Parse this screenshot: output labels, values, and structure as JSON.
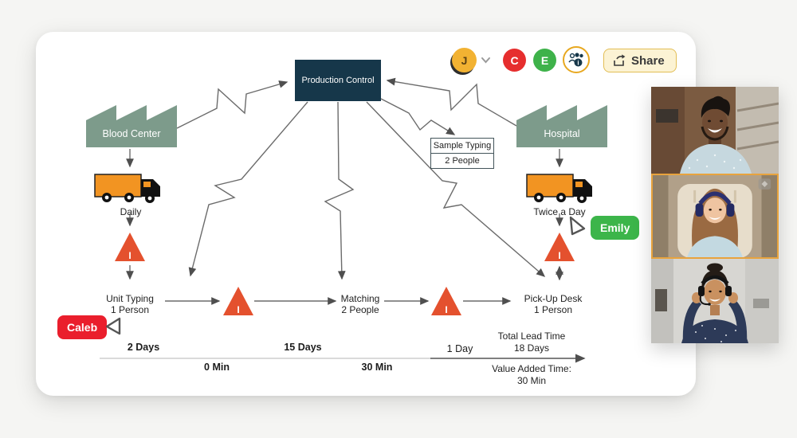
{
  "header": {
    "user_avatar": {
      "initial": "J",
      "color": "#F2B232"
    },
    "collaborator_avatars": [
      {
        "initial": "C",
        "color": "#E62E2E"
      },
      {
        "initial": "E",
        "color": "#3EB24A"
      }
    ],
    "share_button": {
      "label": "Share"
    }
  },
  "diagram": {
    "production_control": {
      "label": "Production Control",
      "color": "#16374A"
    },
    "blood_center": {
      "label": "Blood Center",
      "color": "#7D9B8B"
    },
    "hospital": {
      "label": "Hospital",
      "color": "#7D9B8B"
    },
    "shipment_left": {
      "label": "Daily"
    },
    "shipment_right": {
      "label": "Twice a Day"
    },
    "sample_typing": {
      "title": "Sample Typing",
      "subtitle": "2 People"
    },
    "unit_typing": {
      "title": "Unit Typing",
      "subtitle": "1 Person"
    },
    "matching": {
      "title": "Matching",
      "subtitle": "2 People"
    },
    "pickup_desk": {
      "title": "Pick-Up Desk",
      "subtitle": "1 Person"
    },
    "inventory_marker": {
      "label": "I",
      "color": "#E4512E"
    },
    "truck_color": "#F29422"
  },
  "cursors": {
    "caleb": {
      "name": "Caleb",
      "color": "#EA1E2C"
    },
    "emily": {
      "name": "Emily",
      "color": "#3CB54A"
    }
  },
  "timeline": {
    "segments": [
      {
        "label": "2 Days",
        "position": "above"
      },
      {
        "label": "0 Min",
        "position": "below"
      },
      {
        "label": "15 Days",
        "position": "above"
      },
      {
        "label": "30 Min",
        "position": "below"
      },
      {
        "label": "1 Day",
        "position": "above"
      }
    ],
    "total_lead_time": {
      "title": "Total Lead Time",
      "value": "18 Days"
    },
    "value_added_time": {
      "title": "Value Added Time:",
      "value": "30 Min"
    }
  },
  "video_call": {
    "active_border_color": "#E8A33D",
    "participants": [
      {
        "description": "man smiling, patterned shirt, home office"
      },
      {
        "description": "woman smiling with headphones, cream chair",
        "active": true
      },
      {
        "description": "woman adjusting headset, navy dotted shirt, office"
      }
    ]
  }
}
